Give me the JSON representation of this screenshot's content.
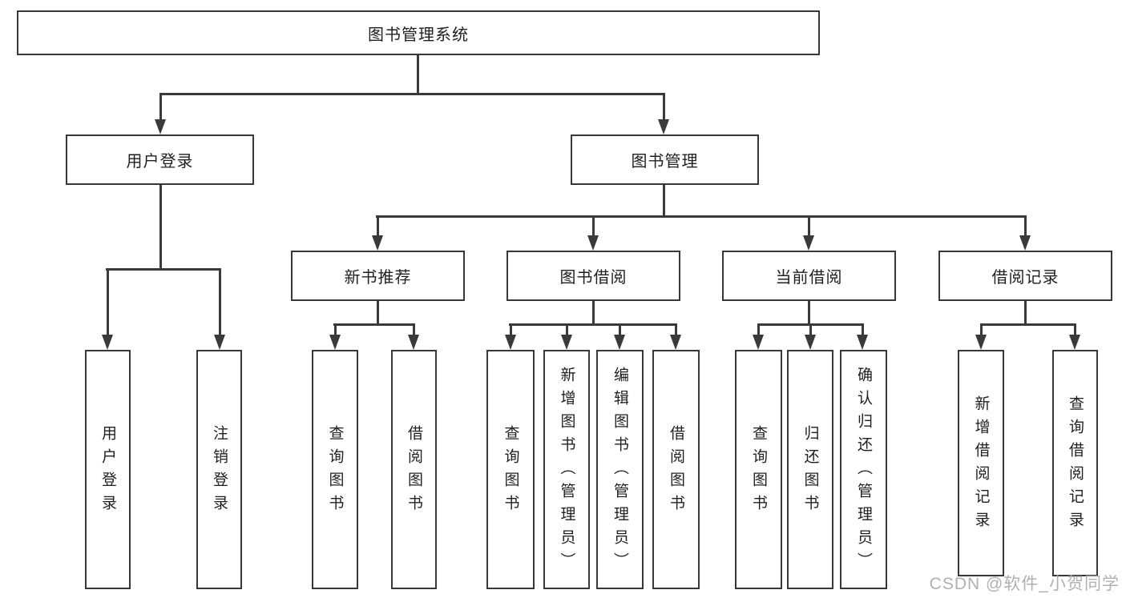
{
  "tree": {
    "root": {
      "label": "图书管理系统"
    },
    "login": {
      "label": "用户登录",
      "leaves": [
        "用户登录",
        "注销登录"
      ]
    },
    "manage": {
      "label": "图书管理"
    },
    "recommend": {
      "label": "新书推荐",
      "leaves": [
        "查询图书",
        "借阅图书"
      ]
    },
    "borrow": {
      "label": "图书借阅",
      "leaves": [
        "查询图书",
        "新增图书（管理员）",
        "编辑图书（管理员）",
        "借阅图书"
      ]
    },
    "current": {
      "label": "当前借阅",
      "leaves": [
        "查询图书",
        "归还图书",
        "确认归还（管理员）"
      ]
    },
    "records": {
      "label": "借阅记录",
      "leaves": [
        "新增借阅记录",
        "查询借阅记录"
      ]
    }
  },
  "watermark": "CSDN @软件_小贺同学",
  "colors": {
    "line": "#3a3a3a",
    "border": "#383838",
    "text": "#1f1f1f",
    "watermark": "#b0b0b0",
    "background": "#ffffff"
  }
}
